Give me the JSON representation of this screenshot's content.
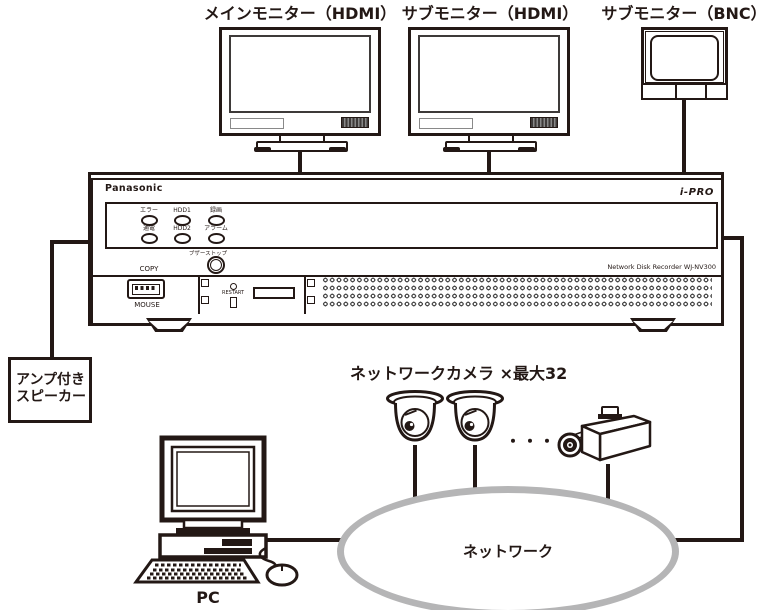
{
  "labels": {
    "main_monitor_hdmi": "メインモニター（HDMI）",
    "sub_monitor_hdmi": "サブモニター（HDMI）",
    "sub_monitor_bnc": "サブモニター（BNC）",
    "speaker_line1": "アンプ付き",
    "speaker_line2": "スピーカー",
    "network_cameras": "ネットワークカメラ ×最大32",
    "camera_ellipsis": "・・・",
    "network": "ネットワーク",
    "pc": "PC"
  },
  "recorder": {
    "brand_logo": "Panasonic",
    "ipro_logo": "i-PRO",
    "model_label": "Network Disk Recorder WJ-NV300",
    "buzzer_stop_label": "ブザーストップ",
    "copy_label": "COPY",
    "mouse_label": "MOUSE",
    "restart_label": "RESTART",
    "led_labels": {
      "row1": [
        "エラー",
        "HDD1",
        "録画"
      ],
      "row2": [
        "通電",
        "HDD2",
        "アラーム"
      ]
    }
  },
  "colors": {
    "line_black": "#231815",
    "network_ring_gray": "#b5b5b6"
  }
}
